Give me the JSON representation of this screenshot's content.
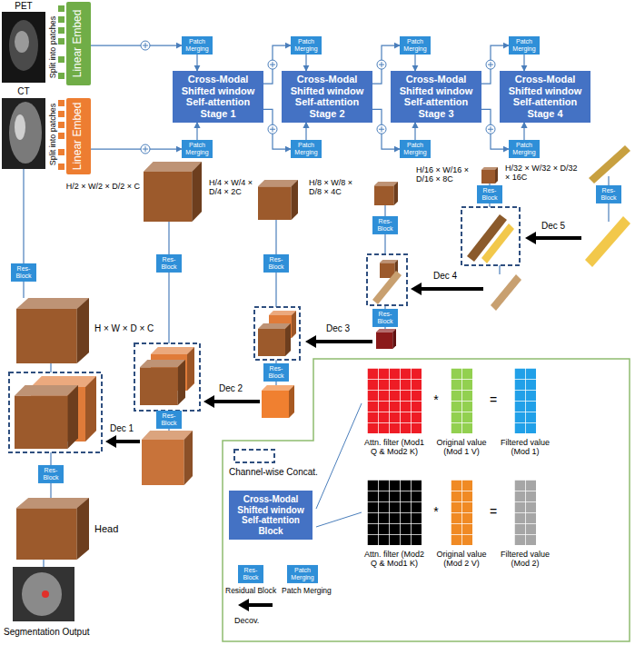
{
  "diagram": {
    "nodes": [
      {
        "text": [
          "Linear Embed"
        ]
      },
      {
        "text": [
          "Linear Embed"
        ]
      },
      {
        "text": [
          "Patch Merging"
        ]
      },
      {
        "text": [
          "Cross-Modal Shifted window Self-attention Stage 1"
        ]
      },
      {
        "text": [
          "Patch Merging"
        ]
      },
      {
        "text": [
          "Patch Merging"
        ]
      },
      {
        "text": [
          "Cross-Modal Shifted window Self-attention Stage 2"
        ]
      },
      {
        "text": [
          "Patch Merging"
        ]
      },
      {
        "text": [
          "Patch Merging"
        ]
      },
      {
        "text": [
          "Cross-Modal Shifted window Self-attention Stage 3"
        ]
      },
      {
        "text": [
          "Patch Merging"
        ]
      },
      {
        "text": [
          "Patch Merging"
        ]
      },
      {
        "text": [
          "Cross-Modal Shifted window Self-attention Stage 4"
        ]
      },
      {
        "text": [
          "Patch Merging"
        ]
      },
      {
        "text": [
          "Res-Block"
        ]
      },
      {
        "text": [
          "Res-Block"
        ]
      },
      {
        "text": [
          "Res-Block"
        ]
      },
      {
        "text": [
          "Res-Block"
        ]
      },
      {
        "text": [
          "Res-Block"
        ]
      },
      {
        "text": [
          "Res-Block"
        ]
      },
      {
        "text": [
          "Res-Block"
        ]
      },
      {
        "text": [
          "Res-Block"
        ]
      },
      {
        "text": [
          "Res-Block"
        ]
      },
      {
        "text": [
          "Res-Block"
        ]
      },
      {
        "text": [
          "Cross-Modal Shifted window Self-attention Block"
        ]
      },
      {
        "text": [
          "Res-Block"
        ]
      },
      {
        "text": [
          "Patch Merging"
        ]
      }
    ],
    "edges": [
      {
        "from": 0,
        "to": 2,
        "arrow": "to"
      },
      {
        "from": 2,
        "to": 3,
        "arrow": "to"
      },
      {
        "from": 1,
        "to": 4,
        "arrow": "to"
      },
      {
        "from": 4,
        "to": 3,
        "arrow": "to"
      },
      {
        "from": 3,
        "to": 5,
        "arrow": "to"
      },
      {
        "from": 5,
        "to": 6,
        "arrow": "to"
      },
      {
        "from": 3,
        "to": 7,
        "arrow": "to"
      },
      {
        "from": 7,
        "to": 6,
        "arrow": "to"
      },
      {
        "from": 6,
        "to": 8,
        "arrow": "to"
      },
      {
        "from": 8,
        "to": 9,
        "arrow": "to"
      },
      {
        "from": 6,
        "to": 10,
        "arrow": "to"
      },
      {
        "from": 10,
        "to": 9,
        "arrow": "to"
      },
      {
        "from": 9,
        "to": 11,
        "arrow": "to"
      },
      {
        "from": 11,
        "to": 12,
        "arrow": "to"
      },
      {
        "from": 9,
        "to": 13,
        "arrow": "to"
      },
      {
        "from": 13,
        "to": 12,
        "arrow": "to"
      }
    ],
    "labels": [
      "PET",
      "CT",
      "Split into patches",
      "Split into patches",
      "H/2 × W/2 × D/2 × C",
      "H/4 × W/4 × D/4 × 2C",
      "H/8 × W/8 × D/8 × 4C",
      "H/16 × W/16 × D/16 × 8C",
      "H/32 × W/32 × D/32 × 16C",
      "Dec 5",
      "Dec 4",
      "Dec 3",
      "H × W × D × C",
      "Dec 2",
      "Dec 1",
      "Head",
      "Segmentation Output",
      "Attn. filter (Mod1 Q & Mod2 K)",
      "*",
      "Original value (Mod 1 V)",
      "=",
      "Filtered value (Mod 1)",
      "Attn. filter (Mod2 Q & Mod1 K)",
      "*",
      "Original value (Mod 2 V)",
      "=",
      "Filtered value (Mod 2)"
    ],
    "legend": [
      {
        "text": "Channel-wise Concat."
      },
      {
        "text": "Residual Block"
      },
      {
        "text": "Patch Merging"
      },
      {
        "text": "Decov."
      }
    ]
  }
}
